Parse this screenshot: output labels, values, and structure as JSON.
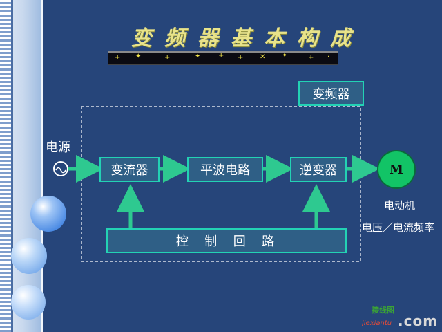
{
  "title": "变频器基本构成",
  "diagram": {
    "inverter_label": "变频器",
    "power_label": "电源",
    "rectifier": "变流器",
    "smoothing": "平波电路",
    "inverter": "逆变器",
    "control": "控  制  回  路",
    "motor": "M",
    "motor_label": "电动机",
    "output_label": "电压／电流频率"
  },
  "watermark": {
    "top": "接线图",
    "com": ".com",
    "bottom": "jiexiantu"
  },
  "colors": {
    "background": "#26457a",
    "box_border": "#23d2b4",
    "arrow": "#2ec990",
    "motor": "#12c466",
    "title": "#e8e38a"
  }
}
